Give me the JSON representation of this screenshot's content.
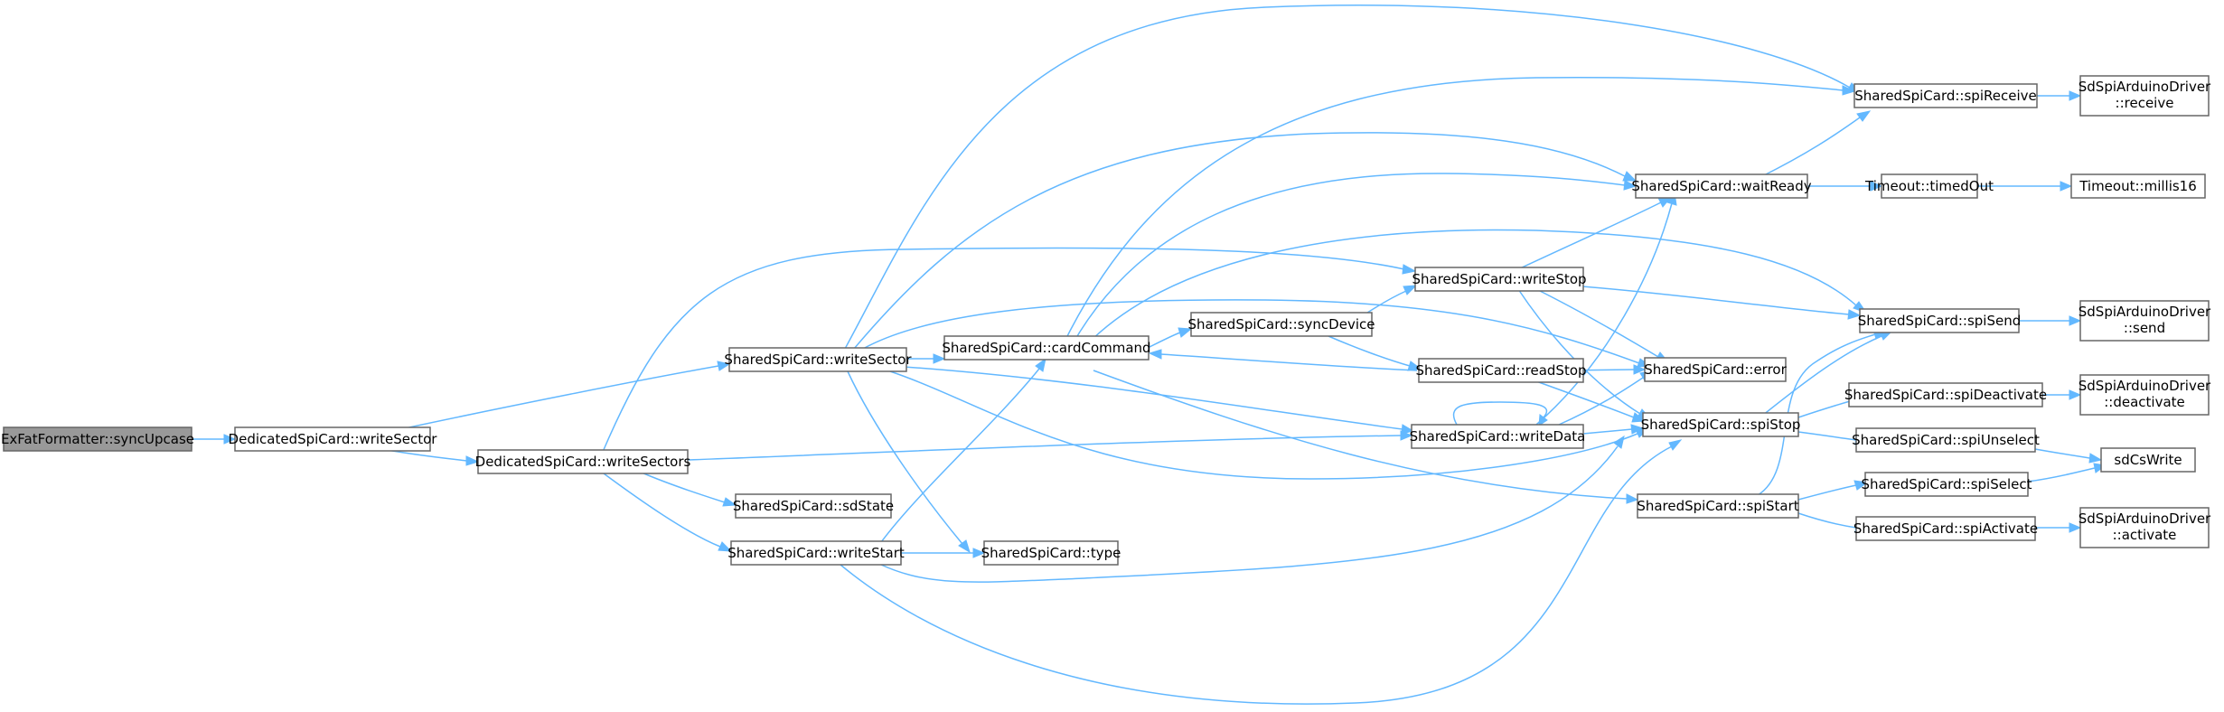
{
  "graph": {
    "edge_color": "#63b8ff",
    "node_border_color": "#666666",
    "root_fill_color": "#999999",
    "nodes": {
      "exfat_sync_upcase": "ExFatFormatter::syncUpcase",
      "dedicated_write_sector": "DedicatedSpiCard::writeSector",
      "dedicated_write_sectors": "DedicatedSpiCard::writeSectors",
      "write_sector": "SharedSpiCard::writeSector",
      "sd_state": "SharedSpiCard::sdState",
      "write_start": "SharedSpiCard::writeStart",
      "card_command": "SharedSpiCard::cardCommand",
      "type": "SharedSpiCard::type",
      "sync_device": "SharedSpiCard::syncDevice",
      "write_stop": "SharedSpiCard::writeStop",
      "read_stop": "SharedSpiCard::readStop",
      "write_data": "SharedSpiCard::writeData",
      "wait_ready": "SharedSpiCard::waitReady",
      "error": "SharedSpiCard::error",
      "spi_stop": "SharedSpiCard::spiStop",
      "spi_start": "SharedSpiCard::spiStart",
      "spi_receive": "SharedSpiCard::spiReceive",
      "spi_send": "SharedSpiCard::spiSend",
      "spi_deactivate": "SharedSpiCard::spiDeactivate",
      "spi_unselect": "SharedSpiCard::spiUnselect",
      "spi_select": "SharedSpiCard::spiSelect",
      "spi_activate": "SharedSpiCard::spiActivate",
      "timed_out": "Timeout::timedOut",
      "millis16": "Timeout::millis16",
      "driver_receive_1": "SdSpiArduinoDriver",
      "driver_receive_2": "::receive",
      "driver_send_1": "SdSpiArduinoDriver",
      "driver_send_2": "::send",
      "driver_deactivate_1": "SdSpiArduinoDriver",
      "driver_deactivate_2": "::deactivate",
      "driver_activate_1": "SdSpiArduinoDriver",
      "driver_activate_2": "::activate",
      "sd_cs_write": "sdCsWrite"
    }
  }
}
